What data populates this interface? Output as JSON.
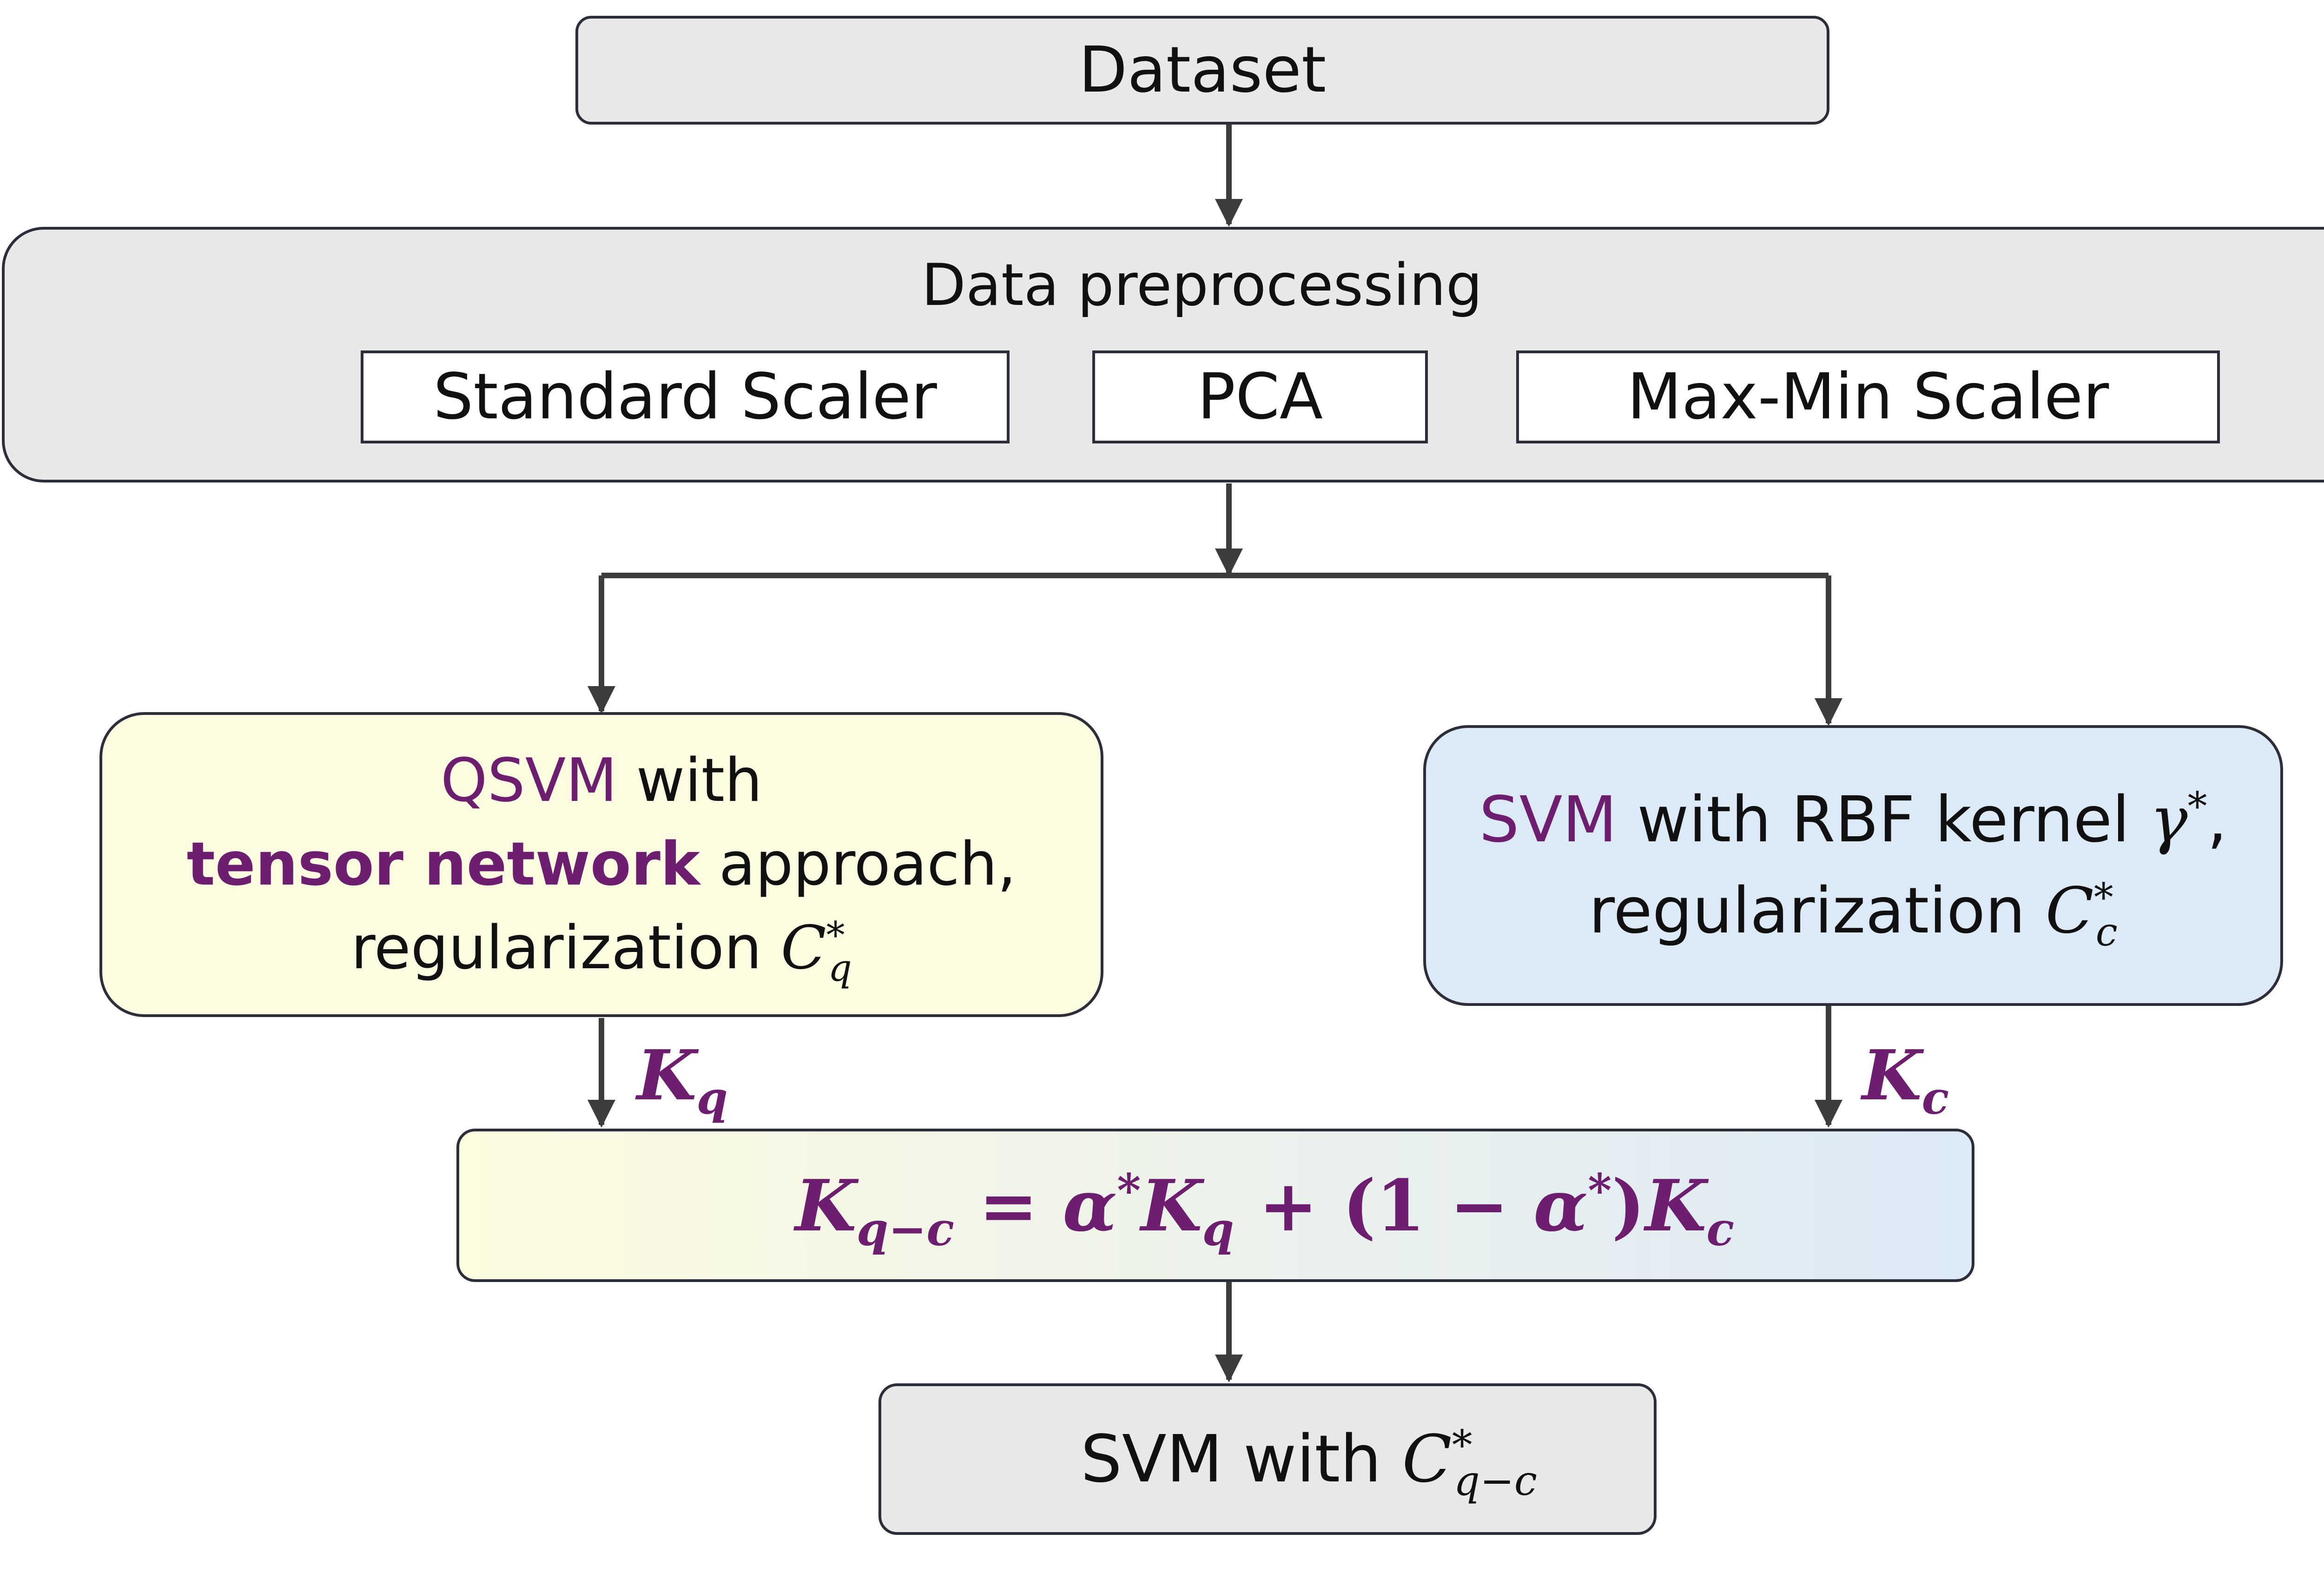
{
  "dataset": {
    "label": "Dataset"
  },
  "preprocessing": {
    "title": "Data preprocessing",
    "steps": [
      "Standard Scaler",
      "PCA",
      "Max-Min Scaler"
    ]
  },
  "qsvm": {
    "name": "QSVM",
    "with": " with",
    "method": "tensor network",
    "approach": " approach,",
    "reg_text": "regularization ",
    "param_sym": "C",
    "param_sub": "q",
    "param_sup": "*"
  },
  "svm_rbf": {
    "name": "SVM",
    "desc": " with RBF kernel ",
    "gamma": "γ",
    "gamma_sup": "*",
    "comma": ",",
    "reg_text": "regularization ",
    "param_sym": "C",
    "param_sub": "c",
    "param_sup": "*"
  },
  "kernel_q": {
    "sym": "K",
    "sub": "q"
  },
  "kernel_c": {
    "sym": "K",
    "sub": "c"
  },
  "combined": {
    "lhs_sym": "K",
    "lhs_sub": "q−c",
    "eq": " = ",
    "alpha": "α",
    "star": "*",
    "k1": "K",
    "k1_sub": "q",
    "plus": " + (",
    "one": "1",
    "minus": " − ",
    "alpha2": "α",
    "star2": "*",
    "close": ")",
    "k2": "K",
    "k2_sub": "c"
  },
  "final": {
    "text": "SVM with ",
    "sym": "C",
    "sub": "q−c",
    "sup": "*"
  },
  "colors": {
    "accent_purple": "#6e1e6e",
    "box_gray": "#e8e8e8",
    "qsvm_yellow": "#fdfbe0",
    "svm_blue": "#dce9f6",
    "arrow_dark": "#3c3c3c",
    "arrow_blue": "#1f5f8b"
  }
}
